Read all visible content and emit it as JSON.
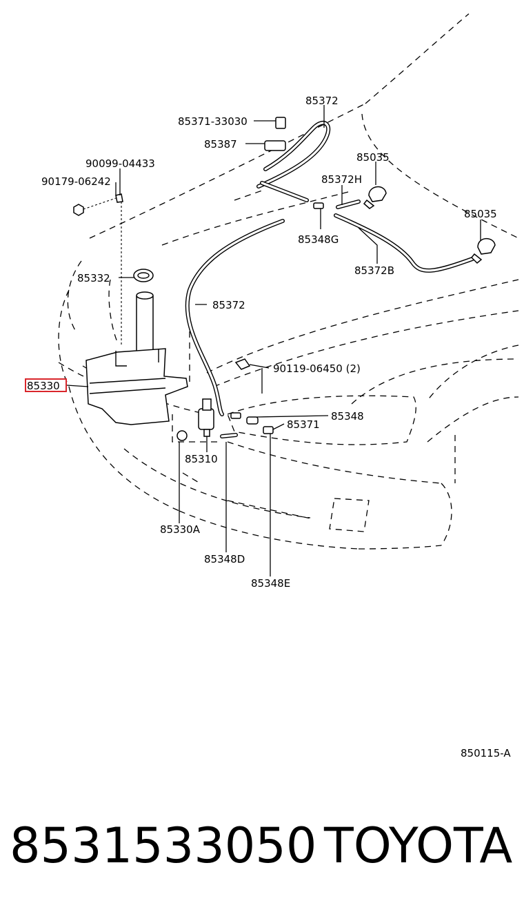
{
  "callouts": {
    "c85372_top": "85372",
    "c85371_33030": "85371-33030",
    "c85387": "85387",
    "c90099_04433": "90099-04433",
    "c90179_06242": "90179-06242",
    "c85035_a": "85035",
    "c85372H": "85372H",
    "c85035_b": "85035",
    "c85348G": "85348G",
    "c85372B": "85372B",
    "c85332": "85332",
    "c85372_mid": "85372",
    "c90119_06450": "90119-06450 (2)",
    "c85330": "85330",
    "c85348": "85348",
    "c85371": "85371",
    "c85310": "85310",
    "c85330A": "85330A",
    "c85348D": "85348D",
    "c85348E": "85348E"
  },
  "highlighted_part": "85330",
  "highlight_color": "#d9262b",
  "diagram_code": "850115-A",
  "footer": {
    "part_number": "8531533050",
    "brand": "TOYOTA"
  }
}
